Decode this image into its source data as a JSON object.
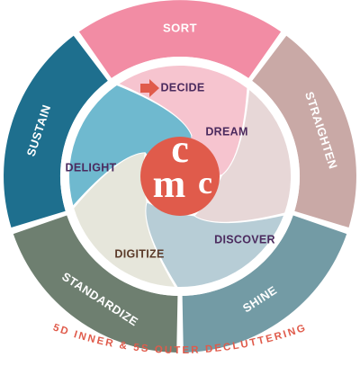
{
  "outer_ring": [
    {
      "label": "SORT",
      "color": "#f28ca4"
    },
    {
      "label": "STRAIGHTEN",
      "color": "#c9a9a6"
    },
    {
      "label": "SHINE",
      "color": "#739ba5"
    },
    {
      "label": "STANDARDIZE",
      "color": "#6e7f70"
    },
    {
      "label": "SUSTAIN",
      "color": "#1e6f8e"
    }
  ],
  "inner_ring": [
    {
      "label": "DECIDE",
      "color": "#f6c4cf",
      "text_color": "#4b2a5e"
    },
    {
      "label": "DREAM",
      "color": "#e7d7d7",
      "text_color": "#4b2a5e"
    },
    {
      "label": "DISCOVER",
      "color": "#b7cdd6",
      "text_color": "#4b2a5e"
    },
    {
      "label": "DIGITIZE",
      "color": "#e6e6db",
      "text_color": "#5b3b2a"
    },
    {
      "label": "DELIGHT",
      "color": "#6fb9cf",
      "text_color": "#4b2a5e"
    }
  ],
  "logo": {
    "letters": [
      "c",
      "m",
      "c"
    ],
    "color": "#e05b4b"
  },
  "arrow_color": "#e05b4b",
  "caption": {
    "text": "5D INNER & 5S OUTER DECLUTTERING",
    "color": "#e05b4b"
  }
}
